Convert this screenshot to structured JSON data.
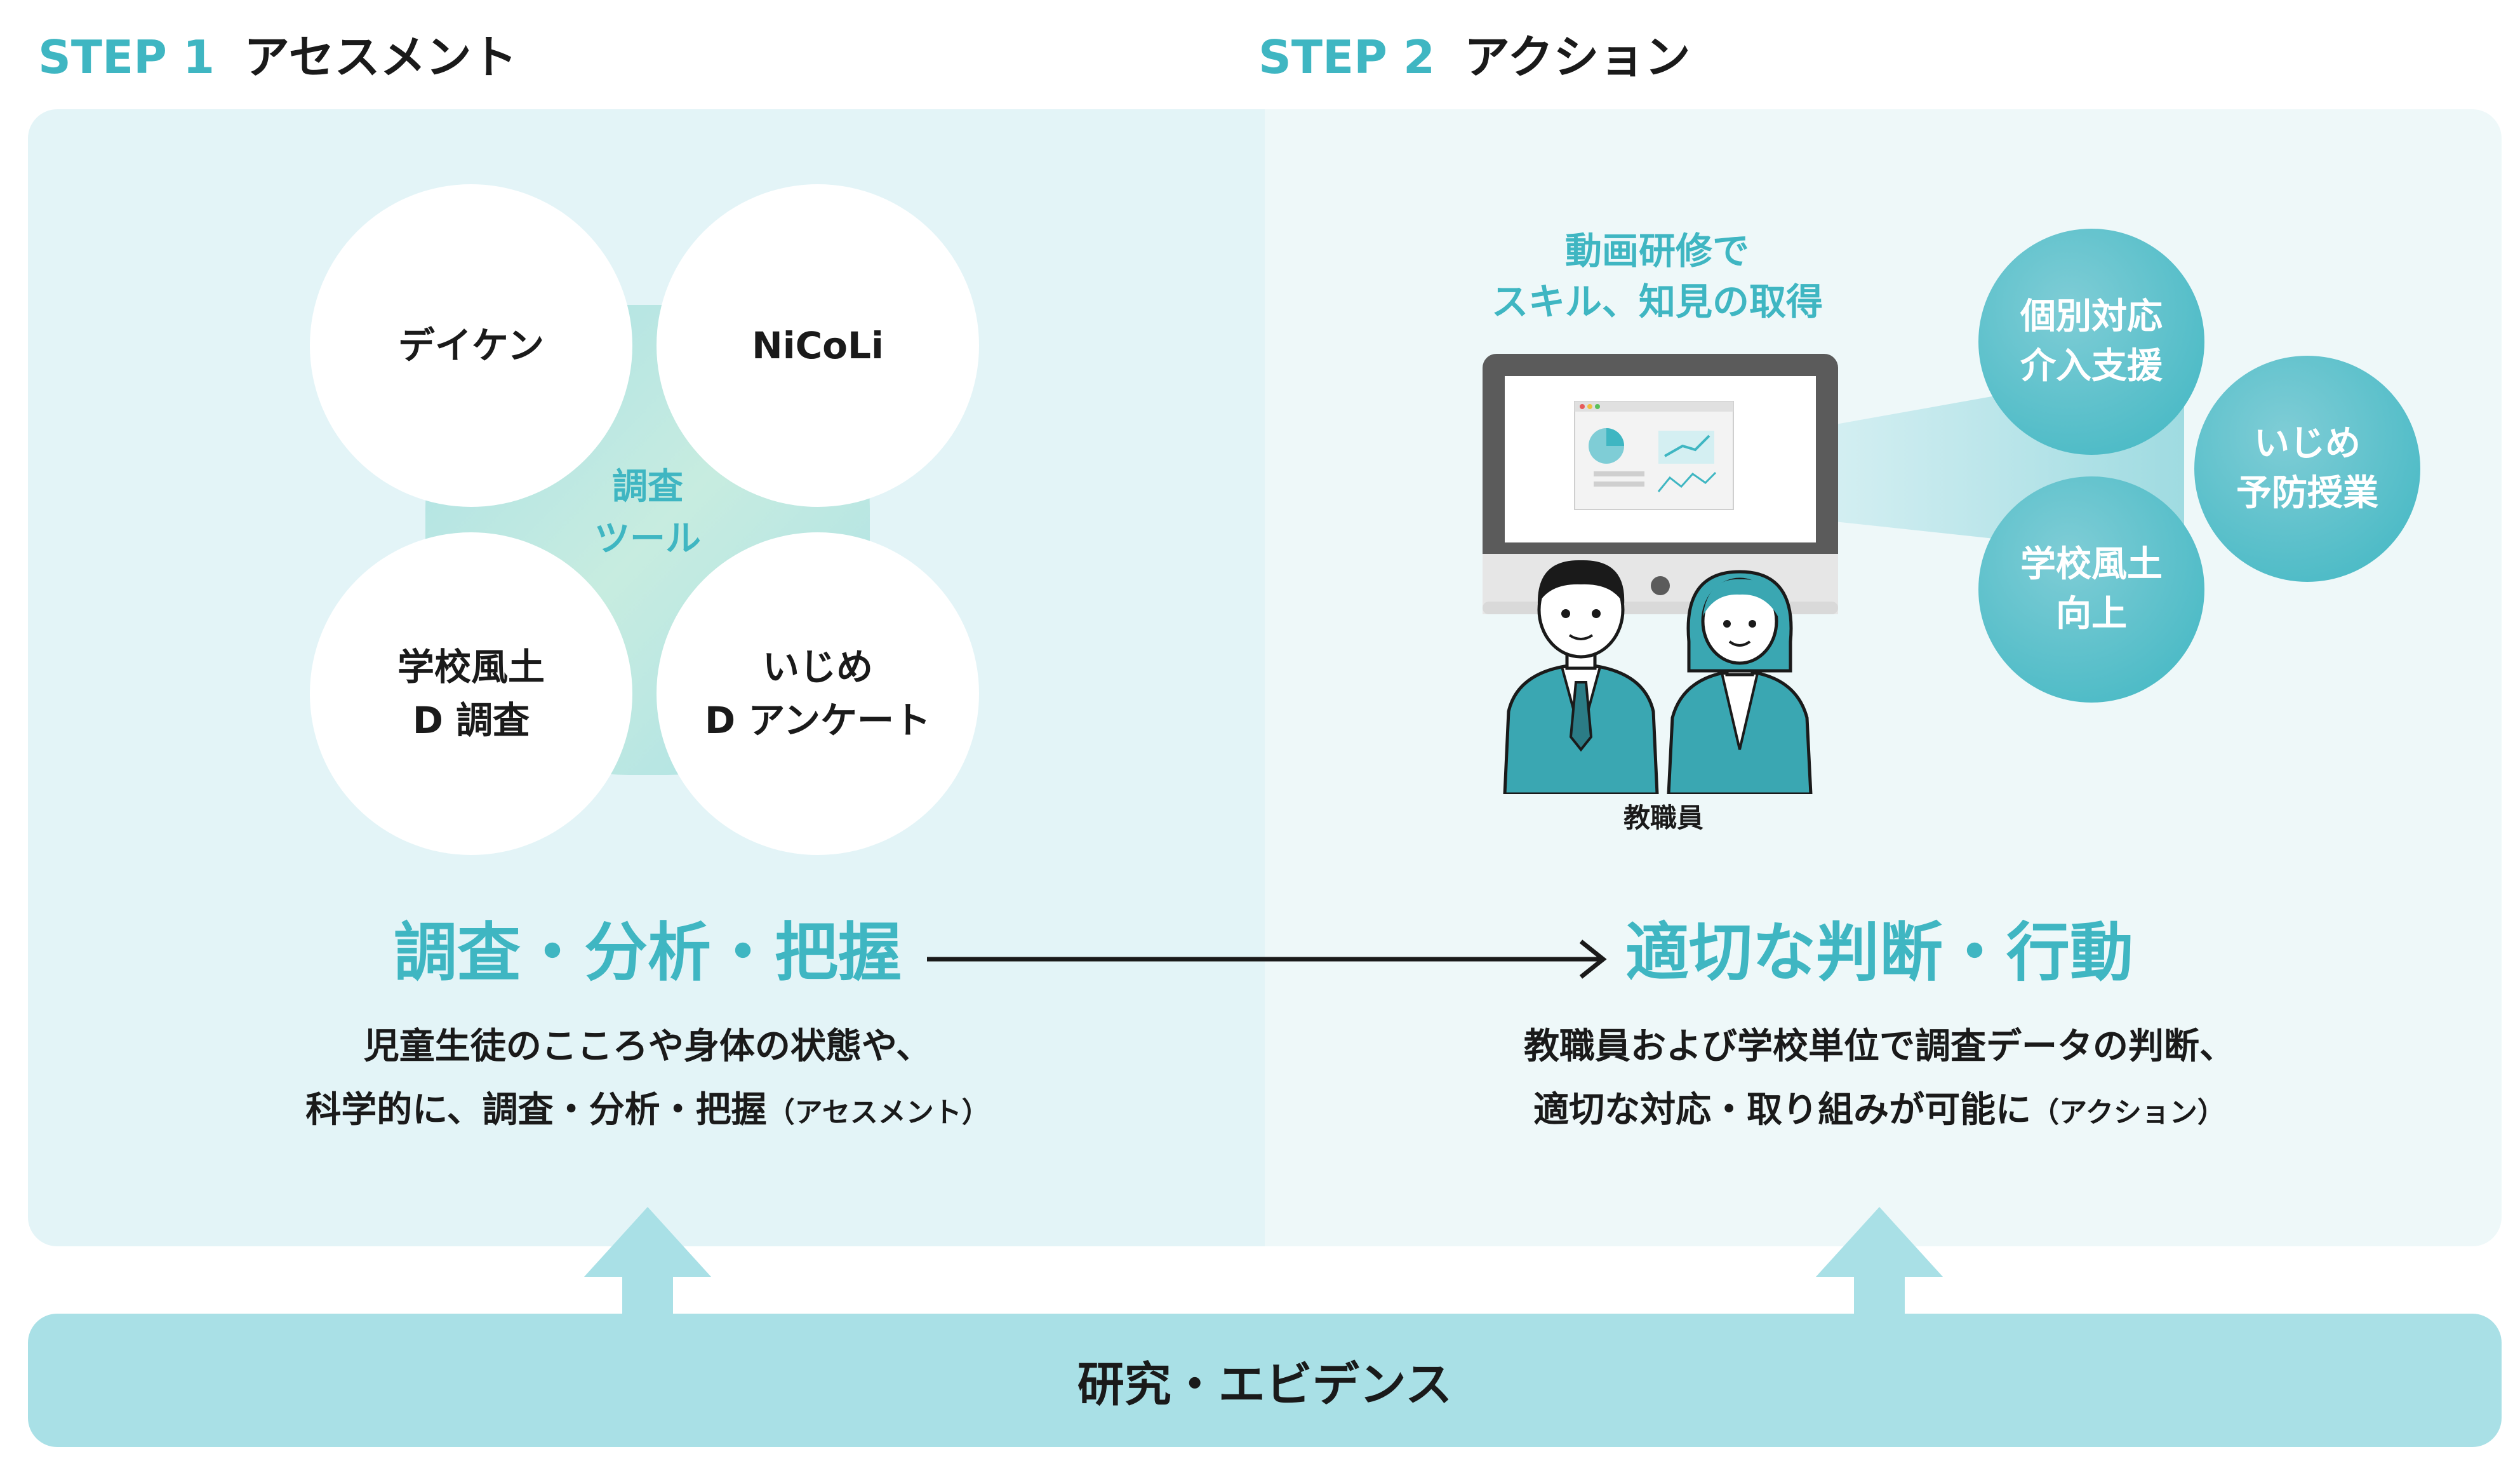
{
  "step1": {
    "number": "STEP 1",
    "title": "アセスメント"
  },
  "step2": {
    "number": "STEP 2",
    "title": "アクション"
  },
  "tools": {
    "center_label": "調査\nツール",
    "items": [
      "デイケン",
      "NiCoLi",
      "学校風土\nD 調査",
      "いじめ\nD アンケート"
    ]
  },
  "assessment": {
    "title": "調査・分析・把握",
    "desc_line1": "児童生徒のこころや身体の状態や、",
    "desc_line2": "科学的に、調査・分析・把握",
    "desc_note": "（アセスメント）"
  },
  "action": {
    "video_label": "動画研修で\nスキル、知見の取得",
    "staff_label": "教職員",
    "bubbles": [
      "個別対応\n介入支援",
      "いじめ\n予防授業",
      "学校風土\n向上"
    ],
    "title": "適切な判断・行動",
    "desc_line1": "教職員および学校単位で調査データの判断、",
    "desc_line2": "適切な対応・取り組みが可能に",
    "desc_note": "（アクション）"
  },
  "foundation": {
    "label": "研究・エビデンス"
  },
  "colors": {
    "accent": "#3fb6c2",
    "panel_left": "#e3f4f7",
    "panel_right": "#eef8f9",
    "bar": "#a9e0e6"
  }
}
